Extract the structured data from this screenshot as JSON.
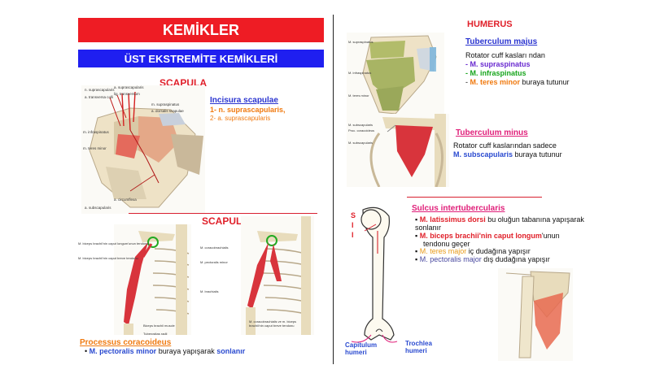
{
  "left": {
    "title": "KEMİKLER",
    "subtitle": "ÜST EKSTREMİTE KEMİKLERİ",
    "scapula_heading_1": "SCAPULA",
    "scapula_heading_2": "SCAPULA",
    "incisura": {
      "title": "Incisura scapulae",
      "line1": "1- n. suprascapularis,",
      "line2": "2- a. suprascapularis"
    },
    "processus": {
      "title": "Processus coracoideus",
      "bullet": "•",
      "muscle": "M. pectoralis minor",
      "text": " buraya yapışarak ",
      "end": "sonlanır"
    },
    "labels_top": [
      "n. suprascapularis",
      "a. suprascapularis",
      "lig. transversum",
      "a. transversa colli",
      "m. supraspinatus",
      "a. dorsalis scapulae",
      "m. infraspinatus",
      "m. teres minor",
      "a. circumflexa",
      "a. subscapularis"
    ],
    "labels_bl": [
      "M. biceps brachii'nin caput longum'unun tendonu",
      "M. biceps brachii'nin caput breve tendonu",
      "Biceps brachii muscle",
      "Tuberositas radii"
    ],
    "labels_br": [
      "M. coracobrachialis",
      "M. pectoralis minor",
      "M. brachialis",
      "M. coracobrachialis ve m. biceps brachii'nin caput breve tendonu"
    ]
  },
  "right": {
    "humerus_heading": "HUMERUS",
    "majus": {
      "title": "Tuberculum majus",
      "intro": "Rotator cuff kasları ndan",
      "m1": "- M. supraspinatus",
      "m2": "- M. infraspinatus",
      "m3_prefix": "- ",
      "m3": "M. teres minor",
      "m3_suffix": " buraya tutunur"
    },
    "minus": {
      "title": "Tuberculum minus",
      "line1": "Rotator cuff kaslarından sadece",
      "muscle": "M. subscapularis",
      "suffix": " buraya tutunur"
    },
    "sulcus": {
      "title": "Sulcus intertubercularis",
      "b1_muscle": "M. latissimus dorsi",
      "b1_text": " bu oluğun tabanına yapışarak sonlanır",
      "b2_muscle": "M. biceps brachii'nin caput longum",
      "b2_suffix": "'unun",
      "b2_text": "tendonu geçer",
      "b3_muscle": "M. teres major",
      "b3_text": " iç dudağına yapışır",
      "b4_muscle": "M. pectoralis major",
      "b4_text": " dış dudağına yapışır"
    },
    "humerus_labels": {
      "capitulum1": "Capitulum",
      "capitulum2": "humeri",
      "trochlea1": "Trochlea",
      "trochlea2": "humeri",
      "side_letters": [
        "S",
        "I",
        "I"
      ]
    },
    "labels_majus_fig": [
      "M. supraspinatus",
      "M. infraspinatus",
      "M. teres minor"
    ],
    "labels_minus_fig": [
      "M. subscapularis",
      "Proc. coracoideus",
      "M. subscapularis"
    ]
  },
  "colors": {
    "banner_red": "#ee1c24",
    "banner_blue": "#1f1ff0",
    "muscle_red": "#d8343c",
    "bone": "#f2e6c8",
    "muscle_green": "#a8b464"
  }
}
